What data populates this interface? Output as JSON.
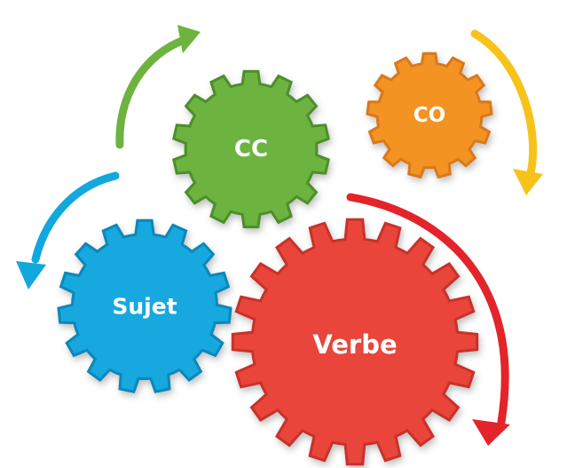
{
  "gears": [
    {
      "id": "cc",
      "label": "CC",
      "color": "#6DB33F",
      "border": "#4E8E2A"
    },
    {
      "id": "co",
      "label": "CO",
      "color": "#F39323",
      "border": "#D9781A"
    },
    {
      "id": "sujet",
      "label": "Sujet",
      "color": "#12A8DE",
      "border": "#0A87B8"
    },
    {
      "id": "verbe",
      "label": "Verbe",
      "color": "#E9443A",
      "border": "#C7322A"
    }
  ],
  "arrows": [
    {
      "id": "cc-arrow",
      "color": "#6DB33F",
      "icon": "curved-arrow-up-right"
    },
    {
      "id": "co-arrow",
      "color": "#F7C21A",
      "icon": "curved-arrow-down"
    },
    {
      "id": "sujet-arrow",
      "color": "#12A8DE",
      "icon": "curved-arrow-down-left"
    },
    {
      "id": "verbe-arrow",
      "color": "#E3242B",
      "icon": "curved-arrow-down"
    }
  ]
}
